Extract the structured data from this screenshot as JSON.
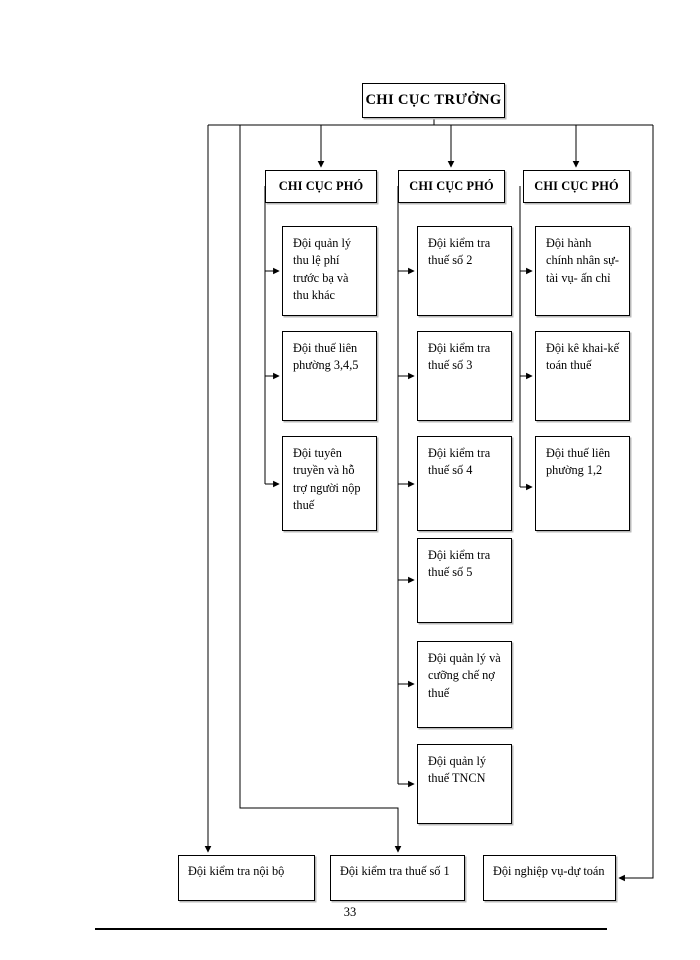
{
  "document": {
    "page_number": "33",
    "type": "organizational-chart"
  },
  "chart_data": {
    "type": "diagram",
    "title": "",
    "nodes": [
      {
        "id": "root",
        "label": "CHI CỤC TRƯỞNG",
        "level": 0
      },
      {
        "id": "dep1",
        "label": "CHI CỤC PHÓ",
        "level": 1
      },
      {
        "id": "dep2",
        "label": "CHI CỤC PHÓ",
        "level": 1
      },
      {
        "id": "dep3",
        "label": "CHI CỤC PHÓ",
        "level": 1
      },
      {
        "id": "c1a",
        "label": "Đội quản lý thu lệ phí trước bạ và thu khác",
        "level": 2,
        "parent": "dep1"
      },
      {
        "id": "c1b",
        "label": "Đội thuế liên phường 3,4,5",
        "level": 2,
        "parent": "dep1"
      },
      {
        "id": "c1c",
        "label": "Đội tuyên truyền và hỗ trợ người nộp thuế",
        "level": 2,
        "parent": "dep1"
      },
      {
        "id": "c2a",
        "label": "Đội kiểm tra thuế số 2",
        "level": 2,
        "parent": "dep2"
      },
      {
        "id": "c2b",
        "label": "Đội kiểm tra thuế số 3",
        "level": 2,
        "parent": "dep2"
      },
      {
        "id": "c2c",
        "label": "Đội kiểm tra thuế số 4",
        "level": 2,
        "parent": "dep2"
      },
      {
        "id": "c2d",
        "label": "Đội kiểm tra thuế số 5",
        "level": 2,
        "parent": "dep2"
      },
      {
        "id": "c2e",
        "label": "Đội quản lý và cưỡng chế nợ thuế",
        "level": 2,
        "parent": "dep2"
      },
      {
        "id": "c2f",
        "label": "Đội quản lý thuế TNCN",
        "level": 2,
        "parent": "dep2"
      },
      {
        "id": "c3a",
        "label": "Đội hành chính nhân sự-tài vụ- ấn chỉ",
        "level": 2,
        "parent": "dep3"
      },
      {
        "id": "c3b",
        "label": "Đội kê khai-kế toán thuế",
        "level": 2,
        "parent": "dep3"
      },
      {
        "id": "c3c",
        "label": "Đội thuế liên phường 1,2",
        "level": 2,
        "parent": "dep3"
      },
      {
        "id": "b1",
        "label": "Đội kiểm tra nội bộ",
        "level": 2,
        "parent": "root"
      },
      {
        "id": "b2",
        "label": "Đội kiểm tra thuế số 1",
        "level": 2,
        "parent": "root"
      },
      {
        "id": "b3",
        "label": "Đội nghiệp vụ-dự toán",
        "level": 2,
        "parent": "root"
      }
    ],
    "edges": [
      {
        "from": "root",
        "to": "dep1"
      },
      {
        "from": "root",
        "to": "dep2"
      },
      {
        "from": "root",
        "to": "dep3"
      },
      {
        "from": "dep1",
        "to": "c1a"
      },
      {
        "from": "dep1",
        "to": "c1b"
      },
      {
        "from": "dep1",
        "to": "c1c"
      },
      {
        "from": "dep2",
        "to": "c2a"
      },
      {
        "from": "dep2",
        "to": "c2b"
      },
      {
        "from": "dep2",
        "to": "c2c"
      },
      {
        "from": "dep2",
        "to": "c2d"
      },
      {
        "from": "dep2",
        "to": "c2e"
      },
      {
        "from": "dep2",
        "to": "c2f"
      },
      {
        "from": "dep3",
        "to": "c3a"
      },
      {
        "from": "dep3",
        "to": "c3b"
      },
      {
        "from": "dep3",
        "to": "c3c"
      },
      {
        "from": "root",
        "to": "b1"
      },
      {
        "from": "root",
        "to": "b2"
      },
      {
        "from": "root",
        "to": "b3"
      }
    ],
    "colors": {
      "line": "#000000",
      "box_border": "#000000",
      "box_fill": "#ffffff",
      "box_shadow": "#b9b9b9",
      "text": "#000000"
    }
  },
  "root": {
    "label": "CHI CỤC TRƯỞNG"
  },
  "deputies": [
    {
      "label": "CHI CỤC PHÓ"
    },
    {
      "label": "CHI CỤC PHÓ"
    },
    {
      "label": "CHI CỤC PHÓ"
    }
  ],
  "column1": [
    {
      "label": "Đội quản lý thu lệ phí trước bạ và thu khác"
    },
    {
      "label": "Đội thuế liên phường 3,4,5"
    },
    {
      "label": "Đội tuyên truyền và hỗ trợ người nộp thuế"
    }
  ],
  "column2": [
    {
      "label": "Đội kiểm tra thuế số 2"
    },
    {
      "label": "Đội kiểm tra thuế số 3"
    },
    {
      "label": "Đội kiểm tra thuế số 4"
    },
    {
      "label": "Đội kiểm tra thuế số 5"
    },
    {
      "label": "Đội quản lý và cưỡng chế nợ thuế"
    },
    {
      "label": "Đội quản lý thuế TNCN"
    }
  ],
  "column3": [
    {
      "label": "Đội hành chính nhân sự-tài vụ- ấn chỉ"
    },
    {
      "label": "Đội kê khai-kế toán thuế"
    },
    {
      "label": "Đội thuế liên phường 1,2"
    }
  ],
  "bottom_row": [
    {
      "label": "Đội kiểm tra nội bộ"
    },
    {
      "label": "Đội kiểm tra thuế số 1"
    },
    {
      "label": "Đội nghiệp vụ-dự toán"
    }
  ]
}
